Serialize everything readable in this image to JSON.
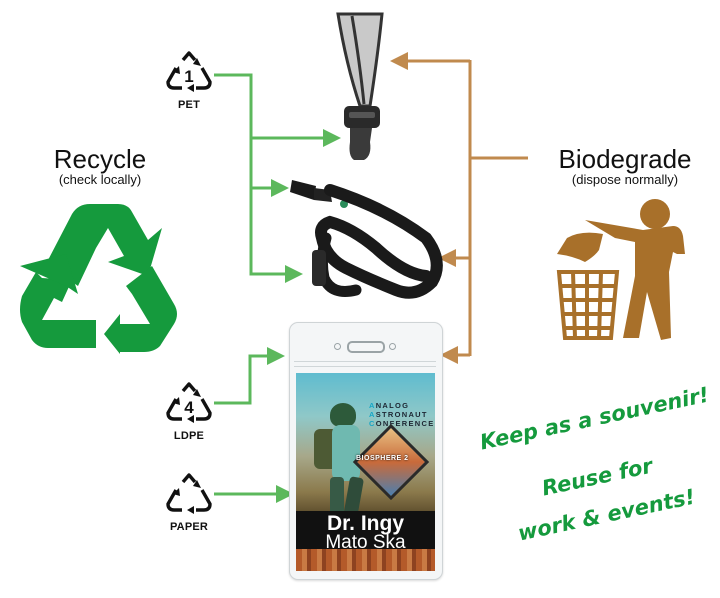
{
  "colors": {
    "recycle_green": "#159a3d",
    "arrow_green": "#5cb85c",
    "biodegrade_brown": "#a8702a",
    "arrow_brown": "#c08a4e",
    "text": "#111111"
  },
  "recycle": {
    "title": "Recycle",
    "subtitle": "(check locally)",
    "icon": "recycle-icon"
  },
  "biodegrade": {
    "title": "Biodegrade",
    "subtitle": "(dispose normally)",
    "icon": "tidyman-trash-icon"
  },
  "resin_codes": [
    {
      "number": "1",
      "label": "PET",
      "icon": "resin-code-icon"
    },
    {
      "number": "4",
      "label": "LDPE",
      "icon": "resin-code-icon"
    },
    {
      "number": "",
      "label": "PAPER",
      "icon": "recycle-triangle-icon"
    }
  ],
  "badge": {
    "conference_lines": [
      {
        "initial": "A",
        "rest": "NALOG"
      },
      {
        "initial": "A",
        "rest": "STRONAUT"
      },
      {
        "initial": "C",
        "rest": "ONFERENCE"
      }
    ],
    "patch_text": "BIOSPHERE 2",
    "name_line1": "Dr. Ingy",
    "name_line2": "Mato Ska"
  },
  "slogans": {
    "line1": "Keep as a souvenir!",
    "line2": "Reuse for",
    "line3": "work & events!"
  },
  "components": [
    "lanyard-strap",
    "breakaway-buckle",
    "lanyard-hook",
    "lanyard-loop",
    "badge-holder",
    "badge-card"
  ]
}
